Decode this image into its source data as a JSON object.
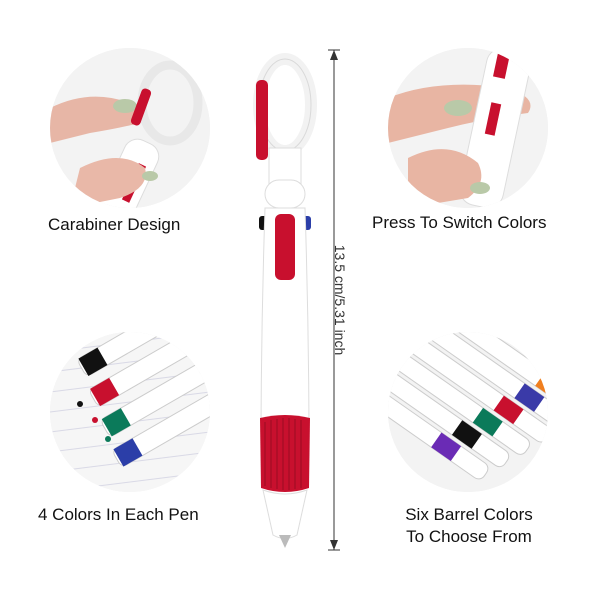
{
  "captions": {
    "carabiner": "Carabiner Design",
    "press": "Press To Switch Colors",
    "four_colors": "4 Colors In Each Pen",
    "six_barrel_line1": "Six Barrel Colors",
    "six_barrel_line2": "To Choose From"
  },
  "dimension_label": "13.5 cm/5.31 inch",
  "colors": {
    "accent_red": "#c8102e",
    "pen_white": "#ffffff",
    "ink": [
      "#111111",
      "#c8102e",
      "#0b7a5a",
      "#2b3ea8"
    ],
    "barrels": [
      "#f07f1f",
      "#3a3aa8",
      "#c8102e",
      "#0b7a5a",
      "#111111",
      "#6a2bb5"
    ]
  }
}
